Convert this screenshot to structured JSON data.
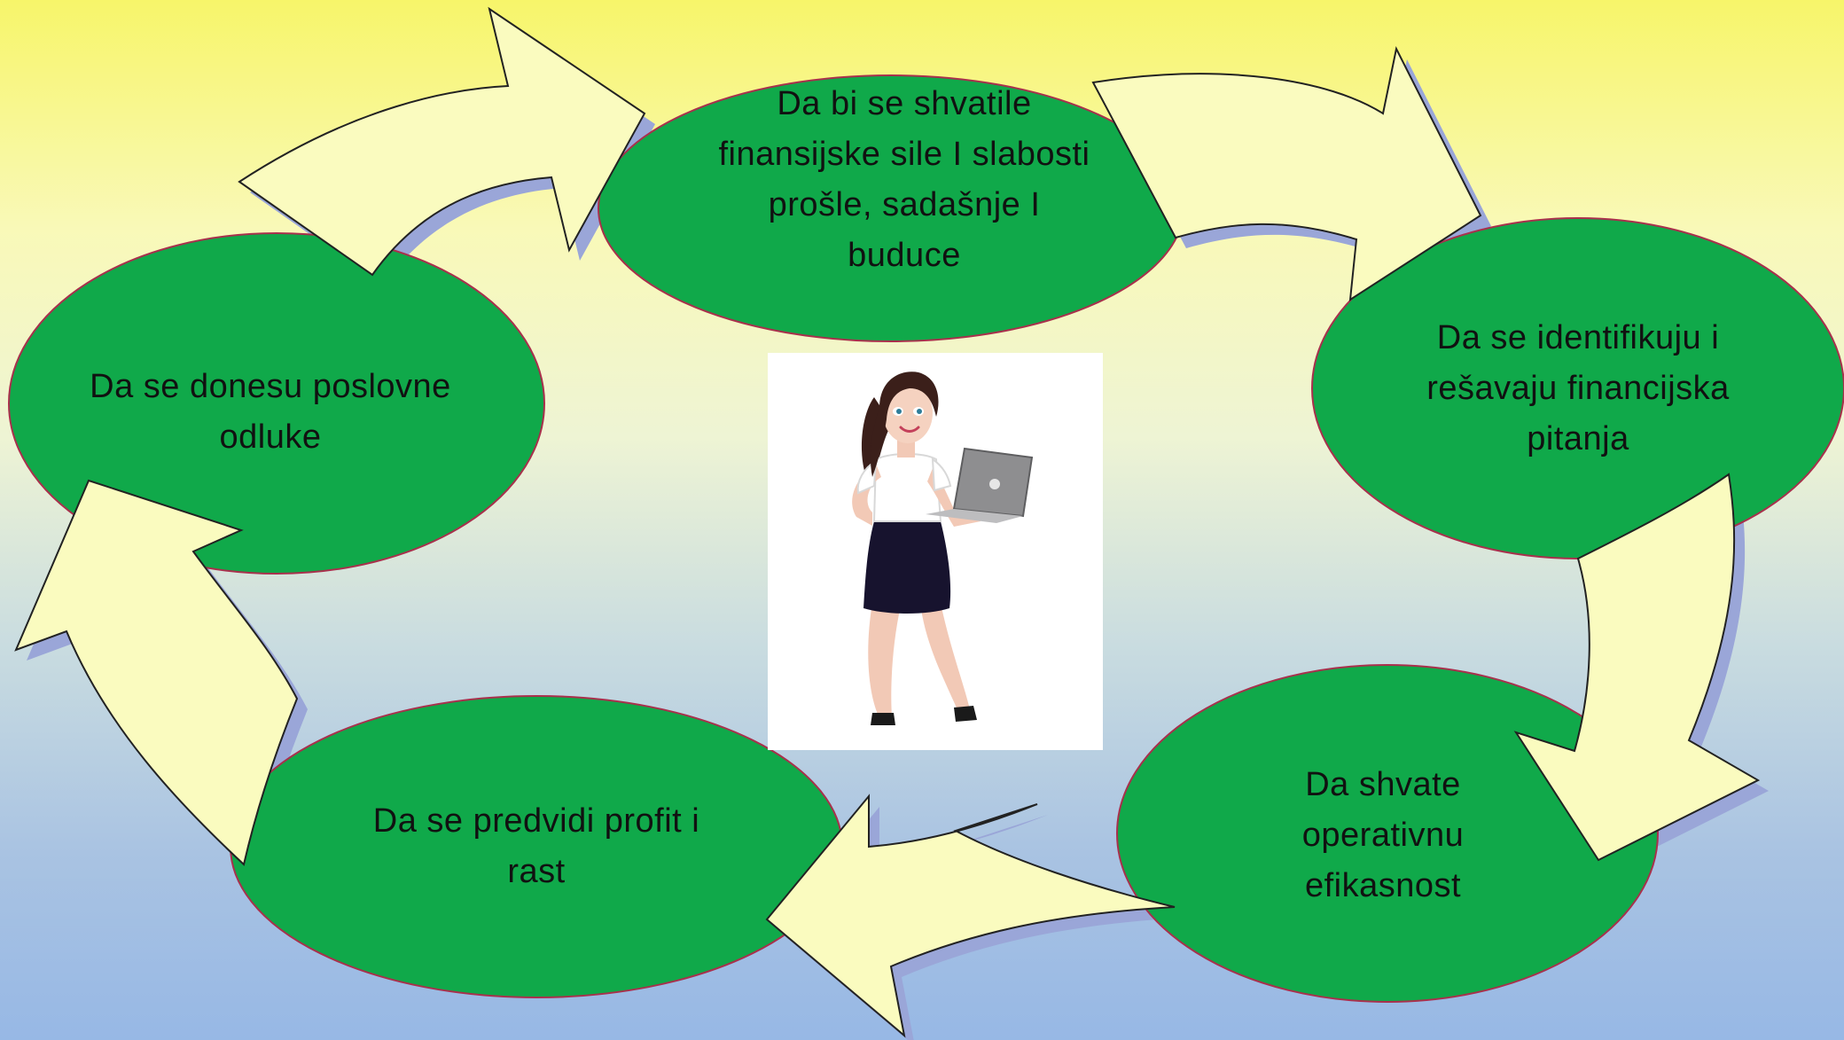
{
  "colors": {
    "ellipse_fill": "#10a94a",
    "ellipse_stroke": "#a8304c",
    "arrow_fill": "#fafbbf",
    "arrow_stroke": "#222222",
    "arrow_shadow": "#9aa6d8"
  },
  "nodes": [
    {
      "id": "top",
      "lines": [
        "Da bi se shvatile",
        "finansijske sile I slabosti",
        "prošle, sadašnje I",
        "buduce"
      ]
    },
    {
      "id": "right",
      "lines": [
        "Da se identifikuju i",
        "rešavaju  financijska",
        "pitanja"
      ]
    },
    {
      "id": "bottom-right",
      "lines": [
        "Da shvate",
        "operativnu",
        "efikasnost"
      ]
    },
    {
      "id": "bottom-left",
      "lines": [
        "Da se predvidi profit i",
        "rast"
      ]
    },
    {
      "id": "left",
      "lines": [
        "Da se donesu poslovne",
        "odluke"
      ]
    }
  ],
  "center_image": {
    "icon": "businesswoman-with-laptop-icon"
  }
}
